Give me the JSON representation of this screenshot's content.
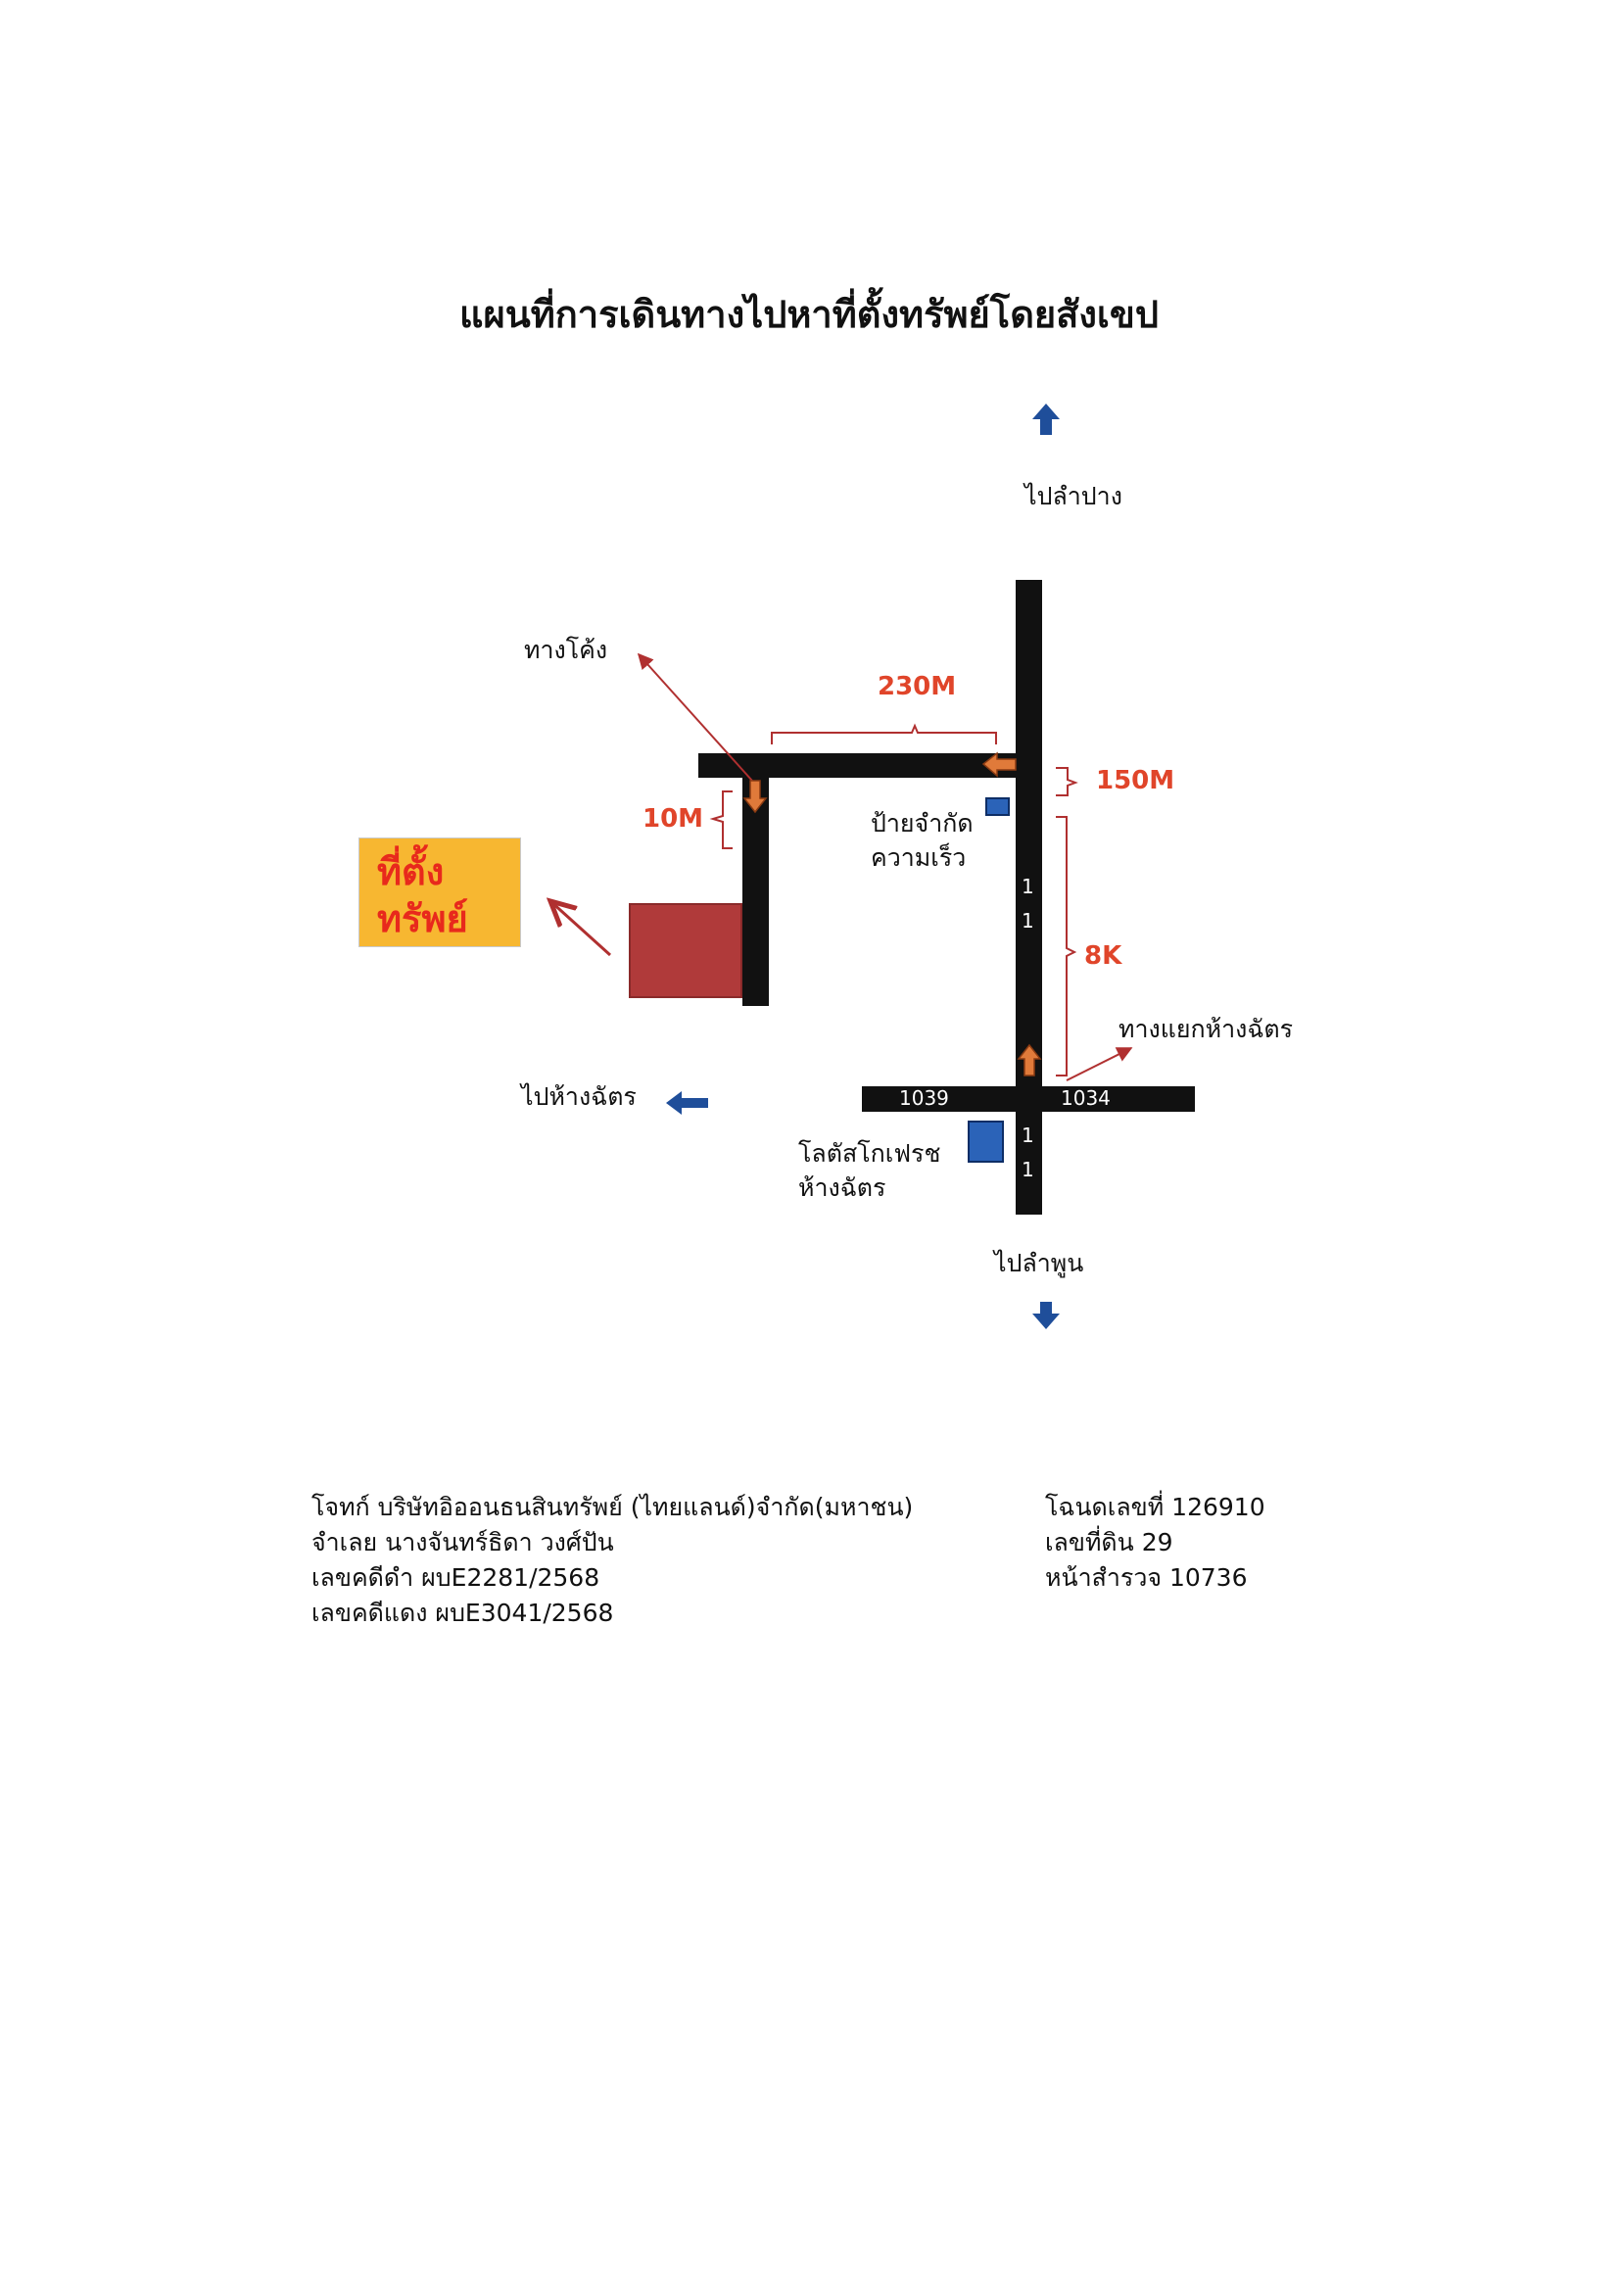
{
  "title": "แผนที่การเดินทางไปหาที่ตั้งทรัพย์โดยสังเขป",
  "directions": {
    "north": "ไปลำปาง",
    "south": "ไปลำพูน",
    "west": "ไปห้างฉัตร"
  },
  "labels": {
    "curve": "ทางโค้ง",
    "speed_sign_line1": "ป้ายจำกัด",
    "speed_sign_line2": "ความเร็ว",
    "junction": "ทางแยกห้างฉัตร",
    "lotus_line1": "โลตัสโกเฟรช",
    "lotus_line2": "ห้างฉัตร",
    "property_line1": "ที่ตั้ง",
    "property_line2": "ทรัพย์"
  },
  "distances": {
    "d230": "230M",
    "d150": "150M",
    "d10": "10M",
    "d8k": "8K"
  },
  "roads": {
    "main_upper_digit1": "1",
    "main_upper_digit2": "1",
    "main_lower_digit1": "1",
    "main_lower_digit2": "1",
    "west_number": "1039",
    "east_number": "1034"
  },
  "case_info": {
    "plaintiff": "โจทก์ บริษัทอิออนธนสินทรัพย์ (ไทยแลนด์)จำกัด(มหาชน)",
    "defendant": "จำเลย นางจันทร์ธิดา วงศ์ปัน",
    "black_case": "เลขคดีดำ ผบE2281/2568",
    "red_case": "เลขคดีแดง ผบE3041/2568"
  },
  "land_info": {
    "deed_no": "โฉนดเลขที่ 126910",
    "land_no": "เลขที่ดิน 29",
    "survey_page": "หน้าสำรวจ  10736"
  },
  "colors": {
    "road": "#111111",
    "distance_text": "#e0452a",
    "pointer_line": "#b03030",
    "direction_arrow": "#1f4e9a",
    "route_arrow": "#e07a3a",
    "property_label_bg": "#f7b731",
    "property_label_text": "#e8291c",
    "property_plot": "#b03a3a",
    "landmark_marker": "#2b63b8"
  }
}
